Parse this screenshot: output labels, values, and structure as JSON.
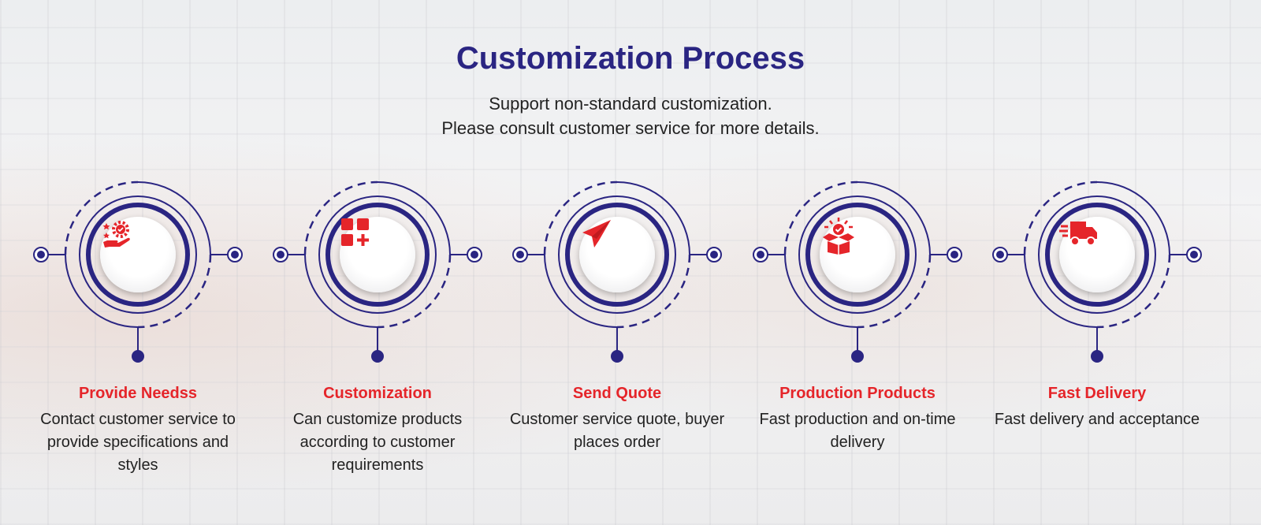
{
  "title": "Customization Process",
  "subtitle": [
    "Support non-standard customization.",
    "Please consult customer service for more details."
  ],
  "colors": {
    "navy": "#2a2582",
    "red": "#e5252a"
  },
  "steps": [
    {
      "icon": "hand-gear-stars-icon",
      "title": "Provide Needss",
      "desc": "Contact customer service to provide specifications and styles"
    },
    {
      "icon": "apps-plus-icon",
      "title": "Customization",
      "desc": "Can customize products according to customer requirements"
    },
    {
      "icon": "paper-plane-icon",
      "title": "Send Quote",
      "desc": "Customer service quote, buyer places order"
    },
    {
      "icon": "box-check-icon",
      "title": "Production Products",
      "desc": "Fast production and on-time delivery"
    },
    {
      "icon": "fast-truck-icon",
      "title": "Fast Delivery",
      "desc": "Fast delivery and acceptance"
    }
  ]
}
